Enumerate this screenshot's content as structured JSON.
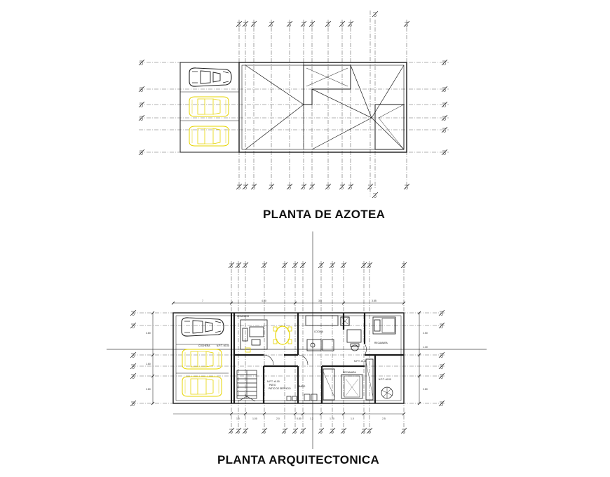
{
  "roof_plan": {
    "title": "PLANTA DE AZOTEA"
  },
  "floor_plan": {
    "title": "PLANTA ARQUITECTONICA",
    "room_labels": {
      "garage": "COCHERA",
      "npt": "N.P.T. ±0.00",
      "kitchen": "COCINA",
      "patio": "PATIO DE SERVICIO",
      "bath": "BAÑO",
      "bedroom_small": "RECAMARA",
      "bedroom_main": "RECAMARA",
      "stair_mark": "S",
      "service": "PATIO",
      "dining": "COMEDOR"
    }
  },
  "colors": {
    "lines": "#1a1a1a",
    "axis": "#555555",
    "highlight_car": "#e6d400"
  }
}
